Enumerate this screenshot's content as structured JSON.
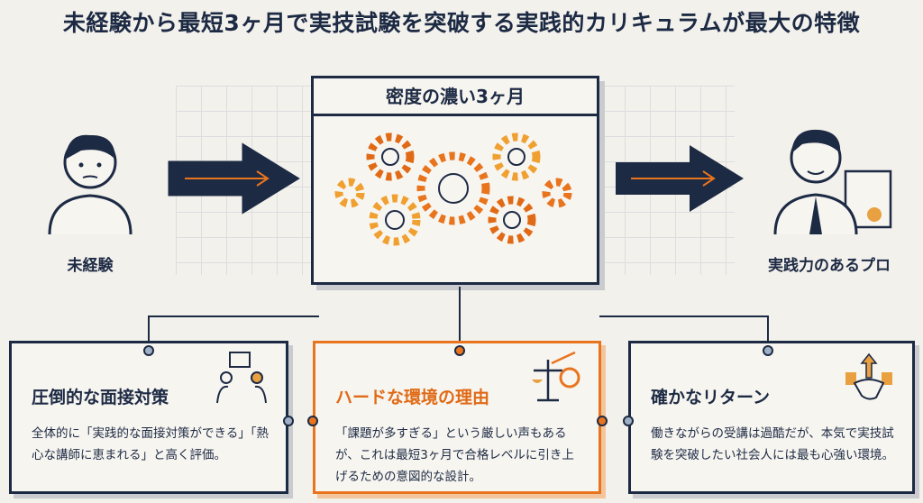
{
  "title": "未経験から最短3ヶ月で実技試験を突破する実践的カリキュラムが最大の特徴",
  "center": {
    "title": "密度の濃い3ヶ月",
    "icon": "gears-icon"
  },
  "left": {
    "label": "未経験",
    "icon": "novice-person-icon"
  },
  "right": {
    "label": "実践力のあるプロ",
    "icon": "professional-with-certificate-icon"
  },
  "cards": [
    {
      "title": "圧倒的な面接対策",
      "text": "全体的に「実践的な面接対策ができる」「熱心な講師に恵まれる」と高く評価。",
      "icon": "interview-icon"
    },
    {
      "title": "ハードな環境の理由",
      "text": "「課題が多すぎる」という厳しい声もあるが、これは最短3ヶ月で合格レベルに引き上げるための意図的な設計。",
      "icon": "scale-clock-icon"
    },
    {
      "title": "確かなリターン",
      "text": "働きながらの受講は過酷だが、本気で実技試験を突破したい社会人には最も心強い環境。",
      "icon": "handshake-icon"
    }
  ],
  "colors": {
    "navy": "#1d2a44",
    "orange": "#e8741e",
    "bg": "#f3f1ec"
  }
}
